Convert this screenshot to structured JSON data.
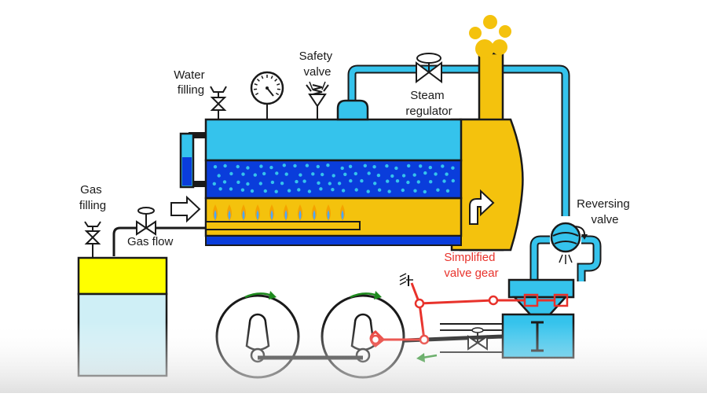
{
  "labels": {
    "water_filling": [
      "Water",
      "filling"
    ],
    "safety_valve": [
      "Safety",
      "valve"
    ],
    "steam_regulator": [
      "Steam",
      "regulator"
    ],
    "gas_filling": [
      "Gas",
      "filling"
    ],
    "gas_flow": "Gas flow",
    "reversing_valve": [
      "Reversing",
      "valve"
    ],
    "valve_gear": [
      "Simplified",
      "valve gear"
    ]
  },
  "colors": {
    "water_blue": "#0a3ddb",
    "steam_cyan": "#35c3ec",
    "boiler_yellow": "#f4c20d",
    "pipe_cyan": "#35c3ec",
    "gas_yellow": "#ffff00",
    "liquid_cyan": "#cfeff6",
    "valve_gear_red": "#e8322b",
    "arrow_green": "#1d8a1d",
    "flame_orange": "#f5a300",
    "flame_blue": "#4aa8ff"
  }
}
